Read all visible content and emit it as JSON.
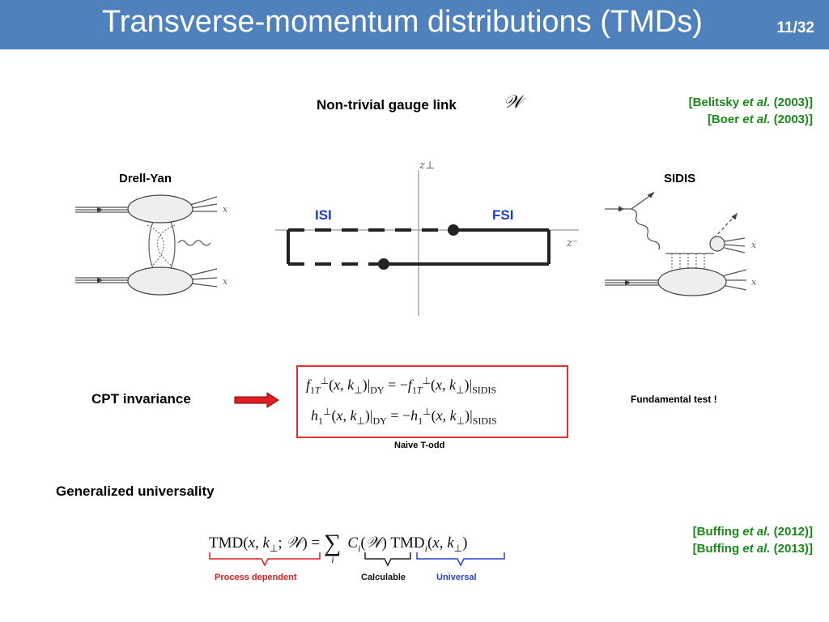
{
  "header": {
    "title": "Transverse-momentum distributions (TMDs)",
    "page": "11/32"
  },
  "gauge_link": {
    "label": "Non-trivial gauge link",
    "symbol": "𝒲"
  },
  "refs_top": [
    {
      "name": "[Belitsky ",
      "etal": "et al.",
      "year": " (2003)]"
    },
    {
      "name": "[Boer ",
      "etal": "et al.",
      "year": " (2003)]"
    }
  ],
  "refs_bottom": [
    {
      "name": "[Buffing ",
      "etal": "et al.",
      "year": " (2012)]"
    },
    {
      "name": "[Buffing ",
      "etal": "et al.",
      "year": " (2013)]"
    }
  ],
  "diagrams": {
    "drell_yan_label": "Drell-Yan",
    "sidis_label": "SIDIS",
    "isi": "ISI",
    "fsi": "FSI",
    "axis_z_perp": "z⊥",
    "axis_z_minus": "z⁻",
    "x": "x"
  },
  "cpt": {
    "label": "CPT invariance",
    "eq1_lhs": "f₁ₜ⊥(x, k⊥)|DY = −f₁ₜ⊥(x, k⊥)|SIDIS",
    "eq2_lhs": "h₁⊥(x, k⊥)|DY = −h₁⊥(x, k⊥)|SIDIS",
    "naive": "Naive T-odd",
    "fundamental": "Fundamental test !"
  },
  "universality": {
    "label": "Generalized universality",
    "process_dependent": "Process dependent",
    "calculable": "Calculable",
    "universal": "Universal"
  },
  "colors": {
    "header": "#4f81bd",
    "ref_green": "#1a8a1a",
    "isi_blue": "#1f3fbf",
    "red": "#d92020",
    "blue": "#2a45c8"
  }
}
